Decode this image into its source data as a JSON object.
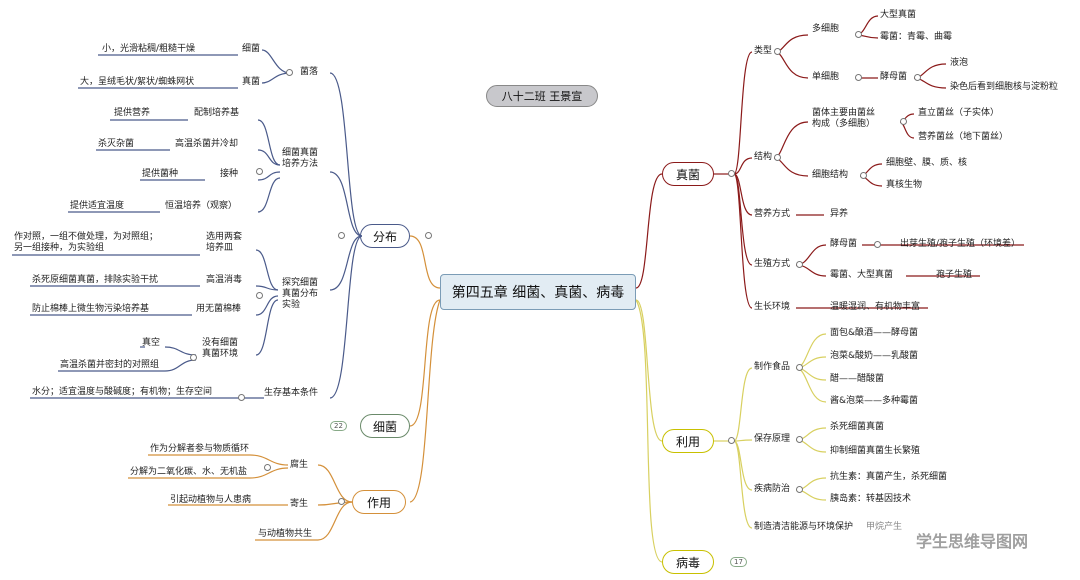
{
  "header": {
    "author": "八十二班 王景宣"
  },
  "center": {
    "label": "第四五章 细菌、真菌、病毒"
  },
  "colors": {
    "left_line": "#4a5a8a",
    "fungi_line": "#8b1a1a",
    "use_line": "#c8c000",
    "act_line": "#d4903a"
  },
  "left": {
    "fenbu": {
      "label": "分布",
      "junluo": {
        "label": "菌落",
        "xijun": {
          "label": "细菌",
          "desc": "小，光滑粘稠/粗糙干燥"
        },
        "zhenjun": {
          "label": "真菌",
          "desc": "大，呈绒毛状/絮状/蜘蛛网状"
        }
      },
      "peiyang": {
        "label": "细菌真菌\n培养方法",
        "s1": {
          "label": "配制培养基",
          "desc": "提供营养"
        },
        "s2": {
          "label": "高温杀菌并冷却",
          "desc": "杀灭杂菌"
        },
        "s3": {
          "label": "接种",
          "desc": "提供菌种"
        },
        "s4": {
          "label": "恒温培养（观察）",
          "desc": "提供适宜温度"
        }
      },
      "tanjiu": {
        "label": "探究细菌\n真菌分布\n实验",
        "s1": {
          "label": "选用两套\n培养皿",
          "desc": "作对照，一组不做处理，为对照组；\n另一组接种，为实验组"
        },
        "s2": {
          "label": "高温消毒",
          "desc": "杀死原细菌真菌，排除实验干扰"
        },
        "s3": {
          "label": "用无菌棉棒",
          "desc": "防止棉棒上微生物污染培养基"
        },
        "s4": {
          "label": "没有细菌\n真菌环境",
          "d1": "真空",
          "d2": "高温杀菌并密封的对照组"
        }
      },
      "tiaojian": {
        "label": "生存基本条件",
        "desc": "水分；适宜温度与酸碱度；有机物；生存空间"
      }
    },
    "xijun_node": {
      "label": "细菌",
      "badge": "22"
    },
    "zuoyong": {
      "label": "作用",
      "fusheng": {
        "label": "腐生",
        "d1": "作为分解者参与物质循环",
        "d2": "分解为二氧化碳、水、无机盐"
      },
      "jisheng": {
        "label": "寄生",
        "desc": "引起动植物与人患病"
      },
      "gongsheng": {
        "desc": "与动植物共生"
      }
    }
  },
  "right": {
    "zhenjun": {
      "label": "真菌",
      "leixing": {
        "label": "类型",
        "duo": {
          "label": "多细胞",
          "a": "大型真菌",
          "b": "霉菌：青霉、曲霉"
        },
        "dan": {
          "label": "单细胞",
          "yeast": "酵母菌",
          "a": "液泡",
          "b": "染色后看到细胞核与淀粉粒"
        }
      },
      "jiegou": {
        "label": "结构",
        "jun": {
          "label": "菌体主要由菌丝\n构成（多细胞）",
          "a": "直立菌丝（子实体）",
          "b": "营养菌丝（地下菌丝）"
        },
        "xibao": {
          "label": "细胞结构",
          "a": "细胞壁、膜、质、核",
          "b": "真核生物"
        }
      },
      "yingyang": {
        "label": "营养方式",
        "desc": "异养"
      },
      "shengzhi": {
        "label": "生殖方式",
        "yeast": {
          "label": "酵母菌",
          "desc": "出芽生殖/孢子生殖（环境差）"
        },
        "mold": {
          "label": "霉菌、大型真菌",
          "desc": "孢子生殖"
        }
      },
      "huanjing": {
        "label": "生长环境",
        "desc": "温暖湿润、有机物丰富"
      }
    },
    "liyong": {
      "label": "利用",
      "shipin": {
        "label": "制作食品",
        "a": "面包&酿酒——酵母菌",
        "b": "泡菜&酸奶——乳酸菌",
        "c": "醋——醋酸菌",
        "d": "酱&泡菜——多种霉菌"
      },
      "baocun": {
        "label": "保存原理",
        "a": "杀死细菌真菌",
        "b": "抑制细菌真菌生长繁殖"
      },
      "jibing": {
        "label": "疾病防治",
        "a": "抗生素：真菌产生，杀死细菌",
        "b": "胰岛素：转基因技术"
      },
      "qingjie": {
        "label": "制造清洁能源与环境保护",
        "desc": "甲烷产生"
      }
    },
    "bingdu": {
      "label": "病毒",
      "badge": "17"
    }
  },
  "watermark": {
    "text": "学生思维导图网"
  }
}
